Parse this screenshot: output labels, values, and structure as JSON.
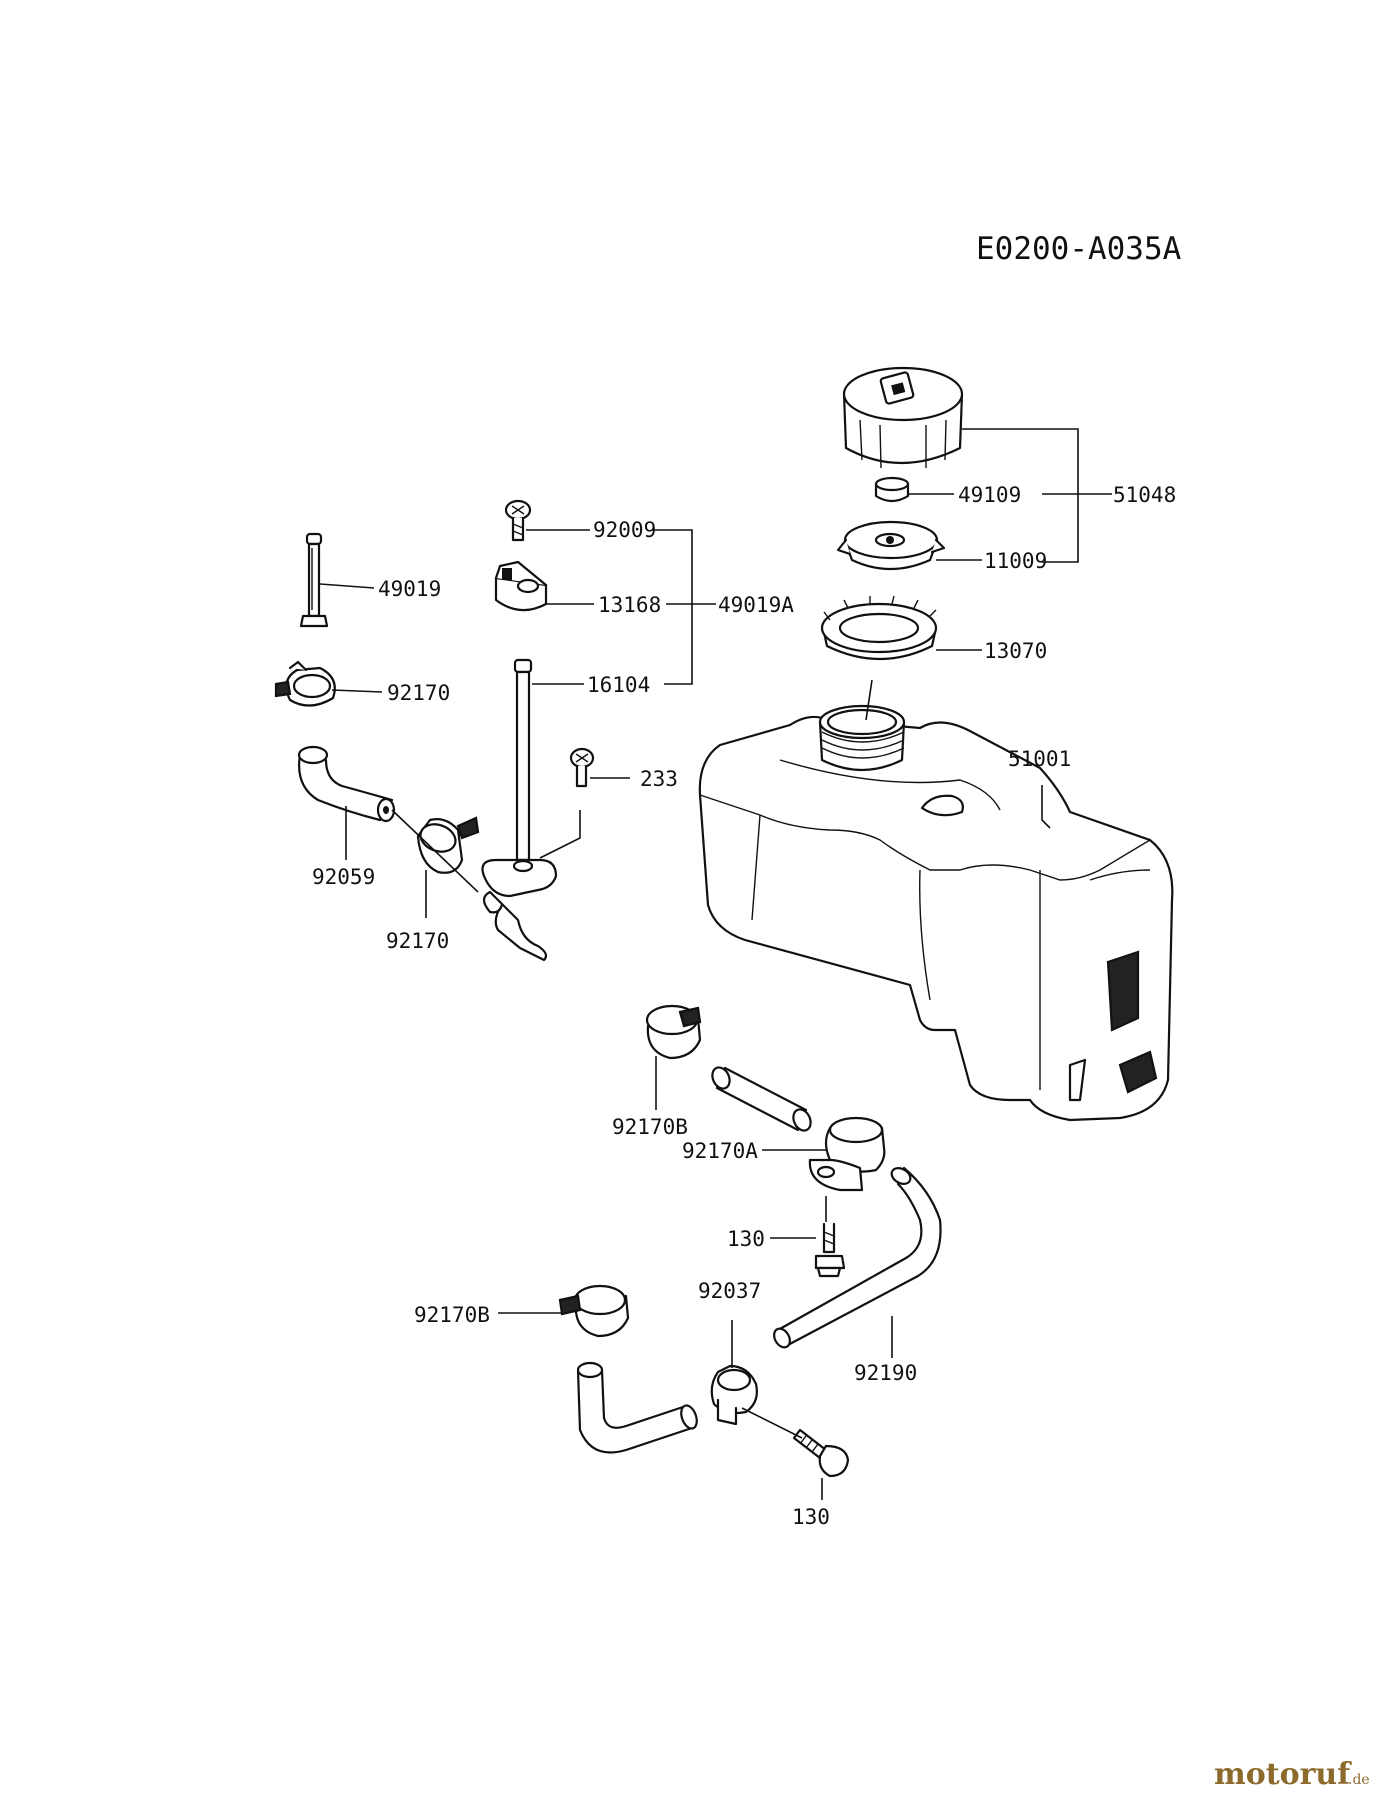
{
  "diagram": {
    "title": "E0200-A035A",
    "labels": {
      "p51048": "51048",
      "p49109": "49109",
      "p11009": "11009",
      "p13070": "13070",
      "p51001": "51001",
      "p92009": "92009",
      "p13168": "13168",
      "p49019A": "49019A",
      "p16104": "16104",
      "p233": "233",
      "p49019": "49019",
      "p92170_top": "92170",
      "p92059": "92059",
      "p92170_mid": "92170",
      "p92170B_top": "92170B",
      "p92170A": "92170A",
      "p130_top": "130",
      "p92037": "92037",
      "p92170B_bottom": "92170B",
      "p92190": "92190",
      "p130_bottom": "130"
    }
  },
  "watermark": {
    "brand": "motoruf",
    "suffix": ".de",
    "brand_color": "#8b6a2c",
    "dot_color": "#c0392b"
  }
}
